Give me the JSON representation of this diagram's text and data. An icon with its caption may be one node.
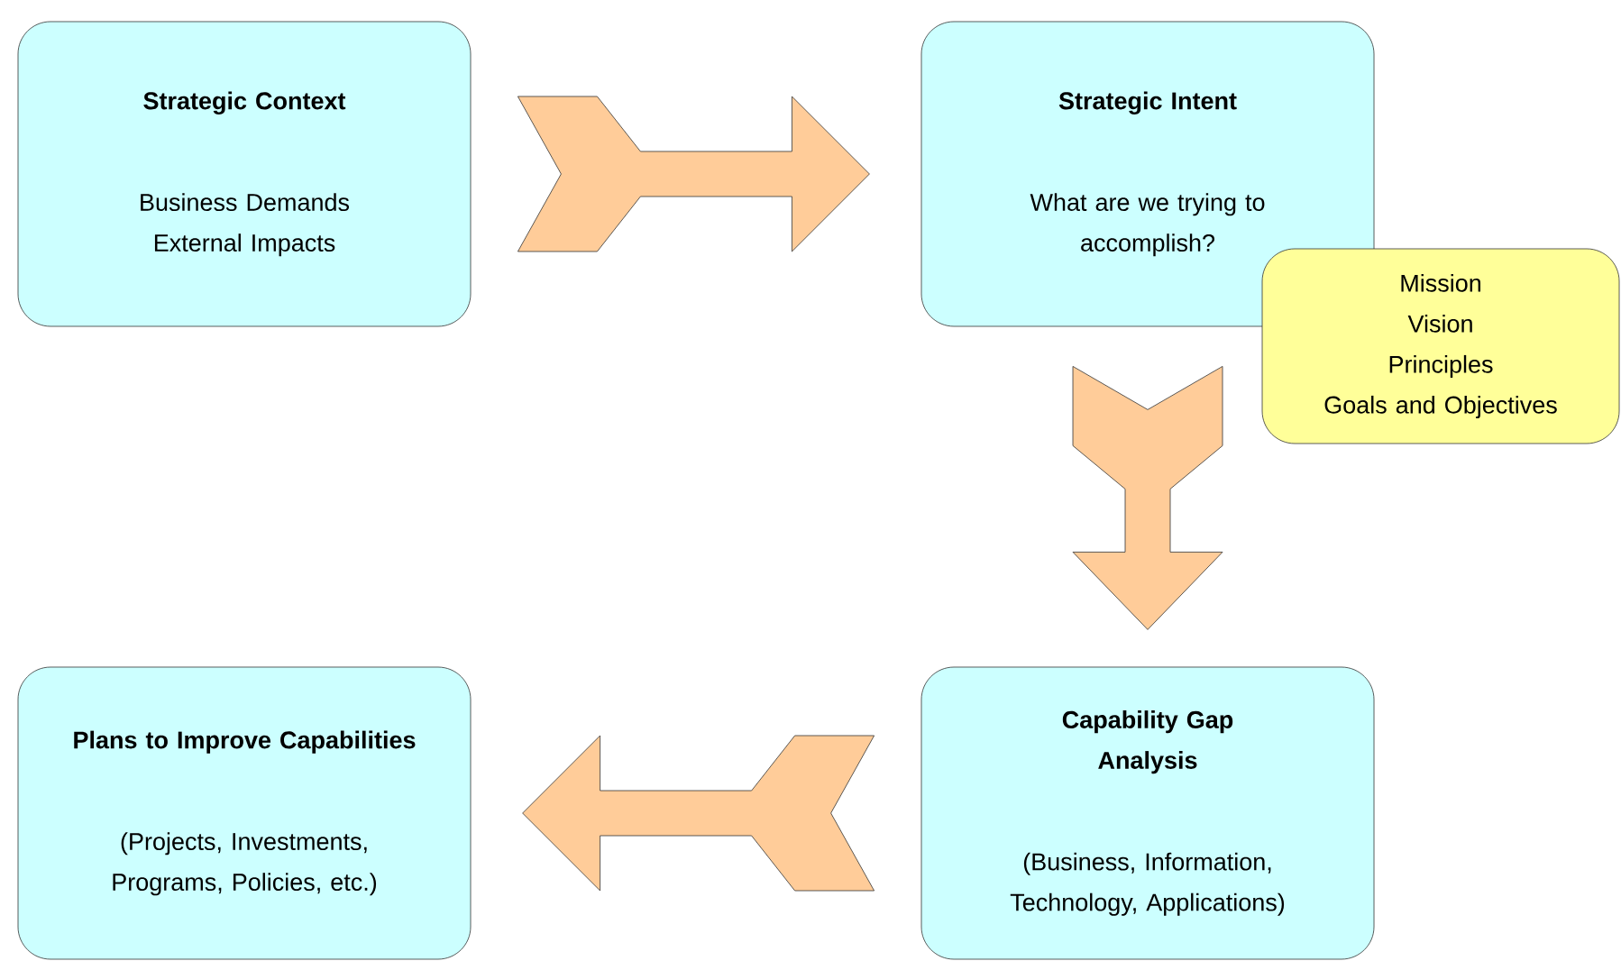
{
  "diagram": {
    "nodes": [
      {
        "text": [
          "Strategic Context",
          "Business Demands External Impacts"
        ]
      },
      {
        "text": [
          "Strategic Intent",
          "What are we trying to accomplish?"
        ]
      },
      {
        "text": [
          "Mission",
          "Vision",
          "Principles",
          "Goals and Objectives"
        ]
      },
      {
        "text": [
          "Capability Gap Analysis",
          "(Business, Information, Technology, Applications)"
        ]
      },
      {
        "text": [
          "Plans to Improve Capabilities",
          "(Projects, Investments, Programs, Policies, etc.)"
        ]
      }
    ],
    "edges": [
      {
        "from": 0,
        "to": 1,
        "arrow": "to"
      },
      {
        "from": 1,
        "to": 3,
        "arrow": "to"
      },
      {
        "from": 3,
        "to": 4,
        "arrow": "to"
      }
    ]
  }
}
